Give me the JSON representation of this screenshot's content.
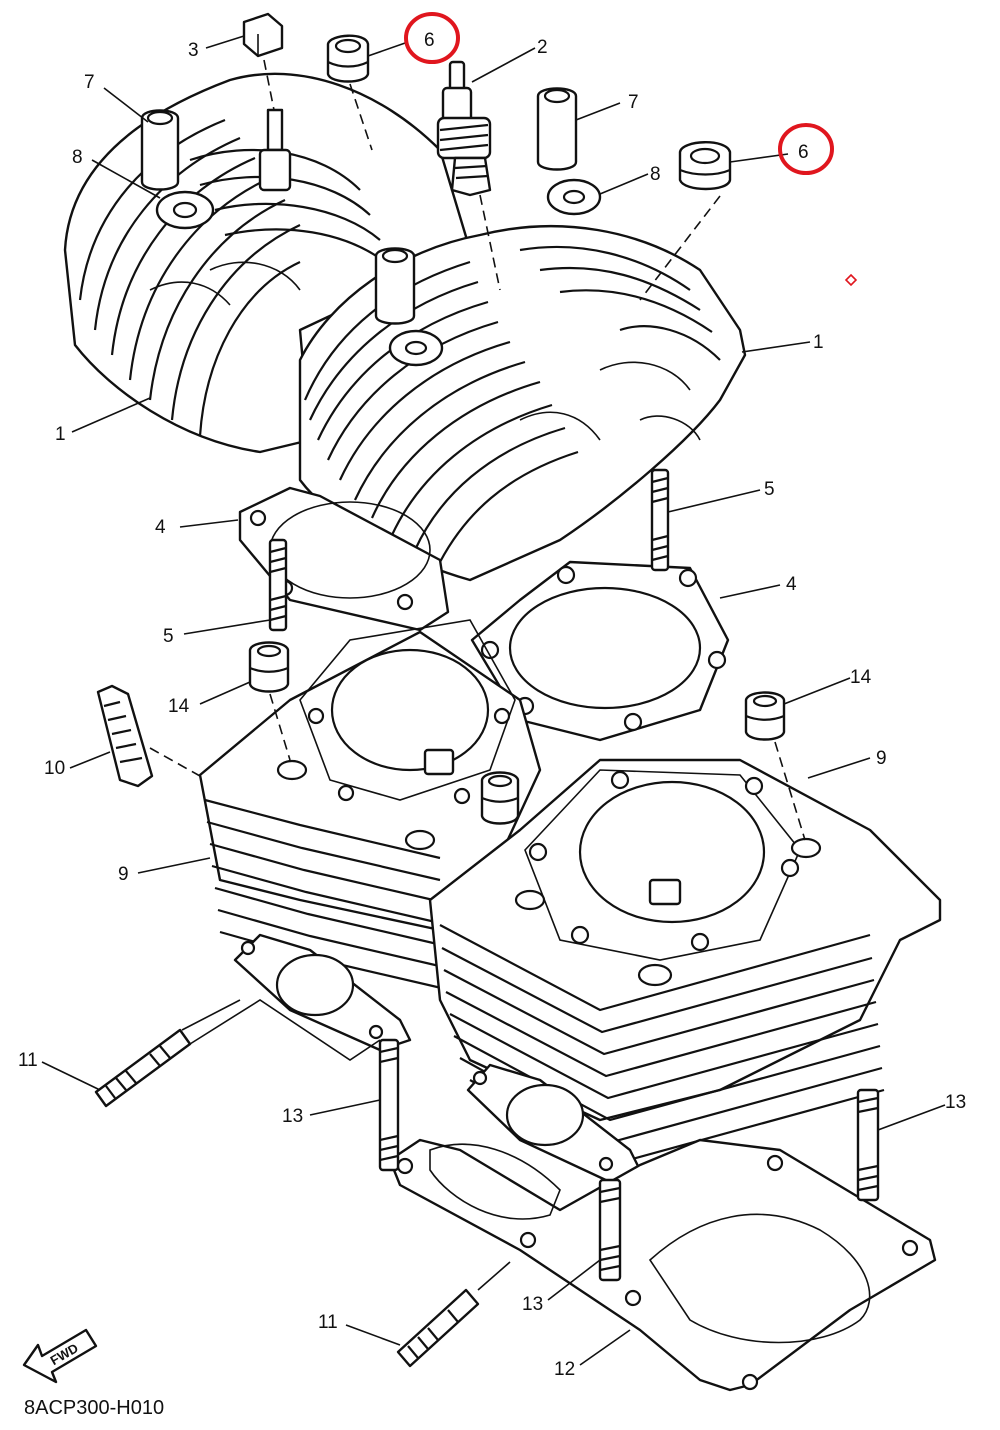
{
  "diagram": {
    "code": "8ACP300-H010",
    "fwd_label": "FWD",
    "highlight_color": "#e0161e",
    "callouts": {
      "c1a": "1",
      "c1b": "1",
      "c2": "2",
      "c3": "3",
      "c4a": "4",
      "c4b": "4",
      "c5a": "5",
      "c5b": "5",
      "c6a": "6",
      "c6b": "6",
      "c7a": "7",
      "c7b": "7",
      "c8a": "8",
      "c8b": "8",
      "c9a": "9",
      "c9b": "9",
      "c10": "10",
      "c11a": "11",
      "c11b": "11",
      "c12": "12",
      "c13a": "13",
      "c13b": "13",
      "c13c": "13",
      "c14a": "14",
      "c14b": "14"
    }
  }
}
